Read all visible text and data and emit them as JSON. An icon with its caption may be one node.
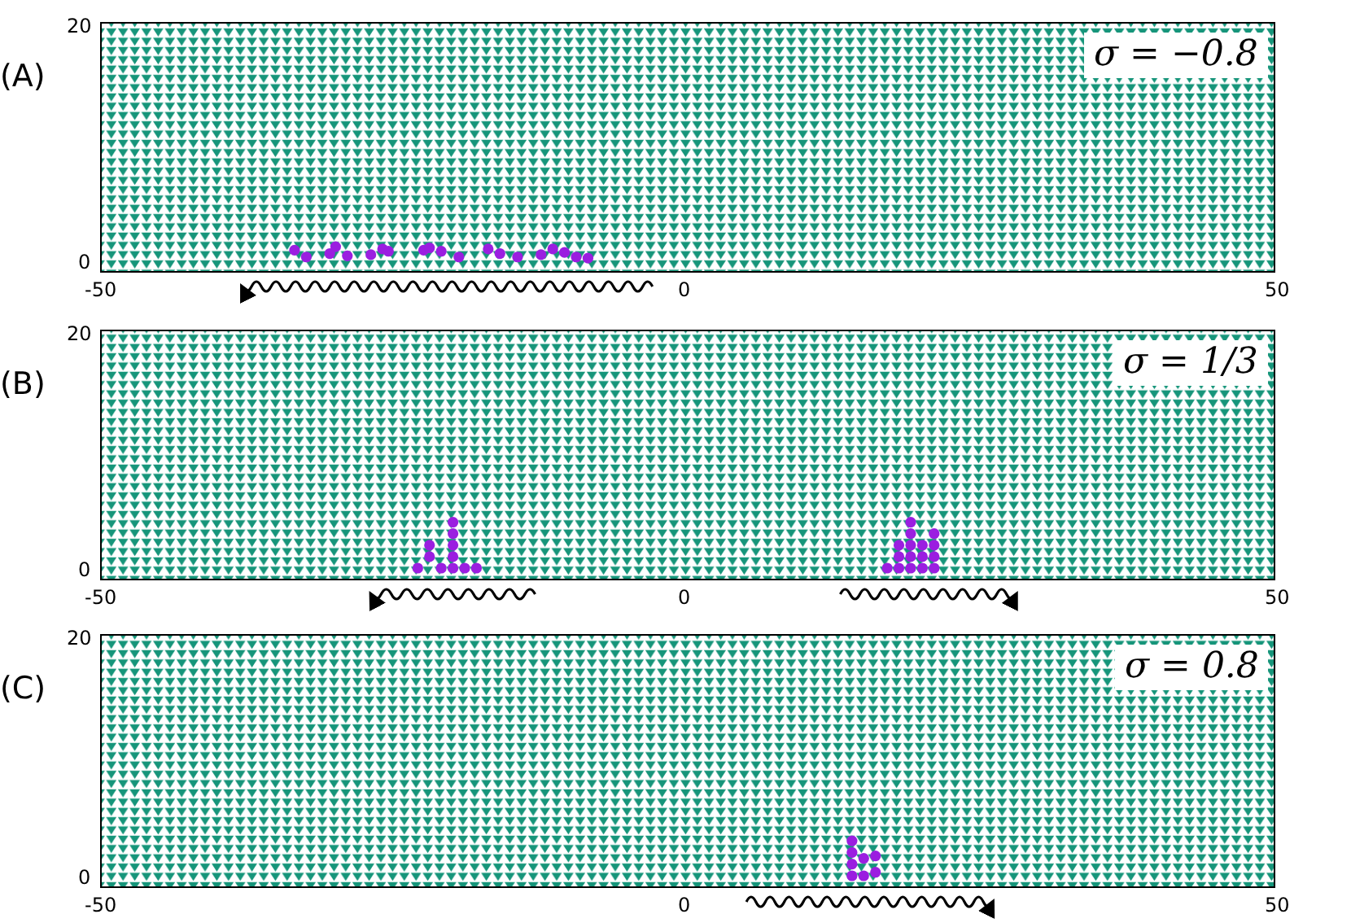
{
  "diagram": {
    "labels": [
      "(A)",
      "20",
      "σ = −0.8",
      "0",
      "-50",
      "0",
      "50",
      "(B)",
      "20",
      "σ = 1/3",
      "0",
      "-50",
      "0",
      "50",
      "(C)",
      "20",
      "σ = 0.8",
      "0",
      "-50",
      "0",
      "50"
    ]
  }
}
